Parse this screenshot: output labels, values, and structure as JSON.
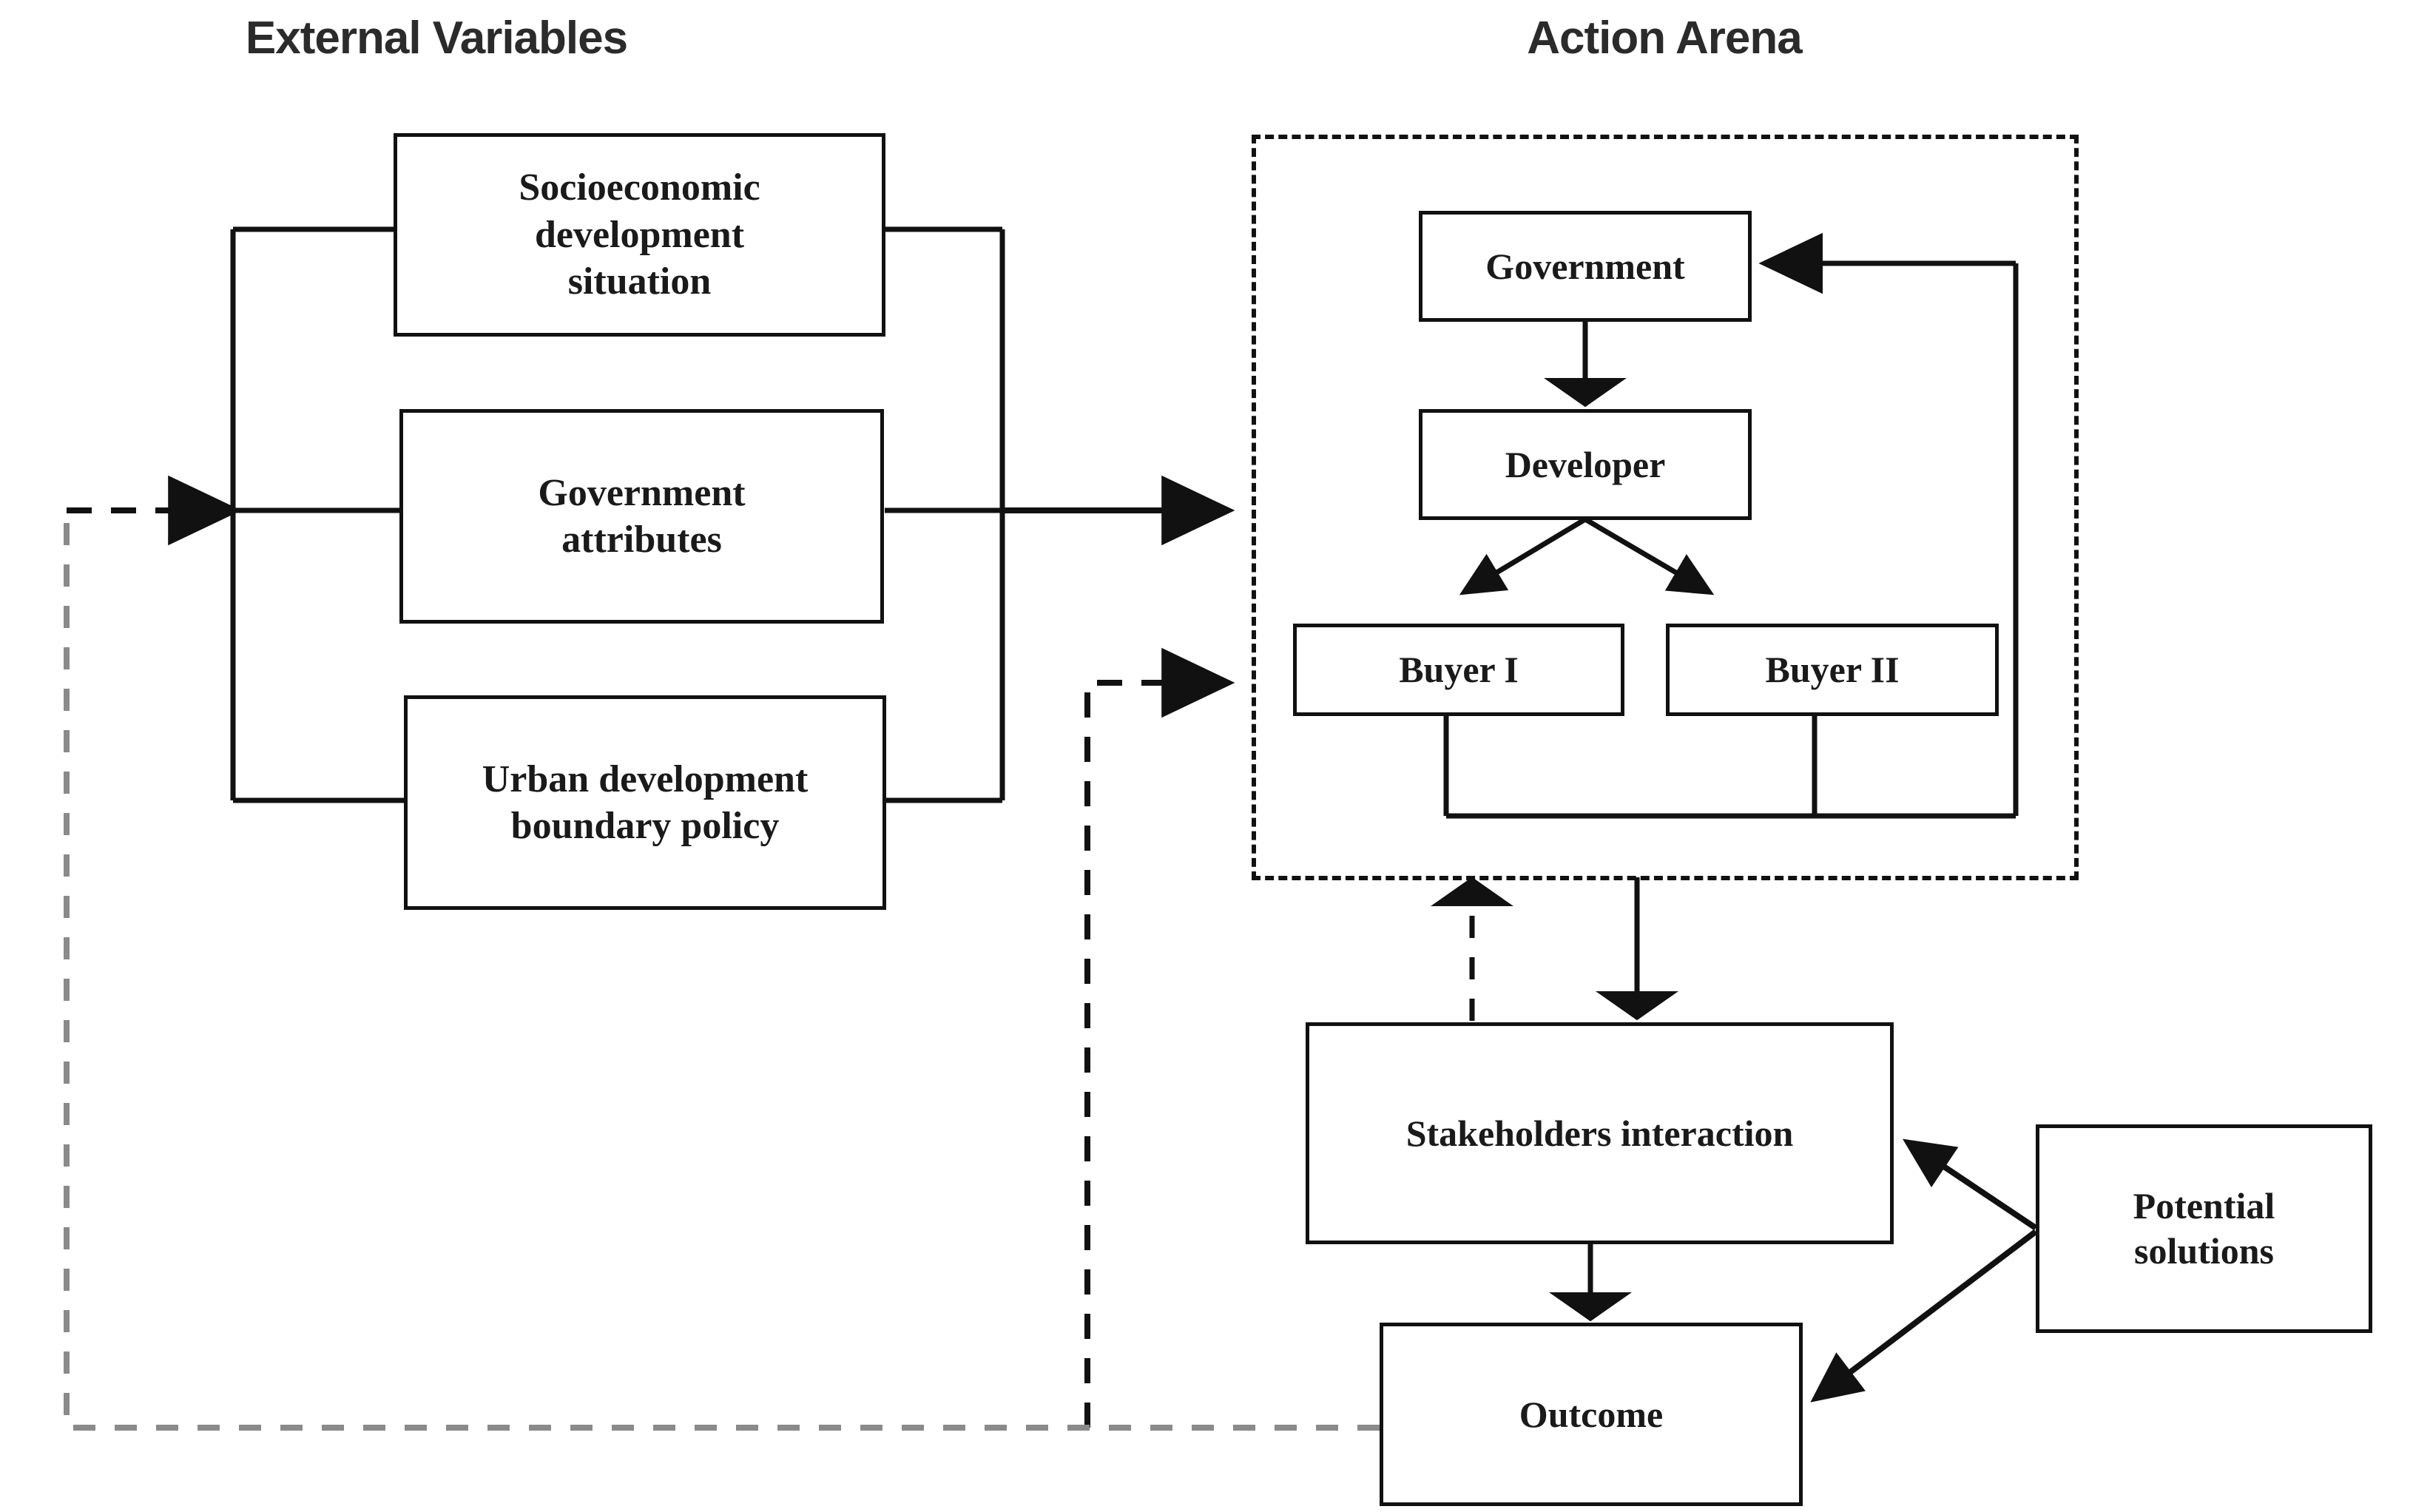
{
  "diagram": {
    "type": "institutional-analysis-framework",
    "titles": {
      "external_variables": "External Variables",
      "action_arena": "Action Arena"
    },
    "nodes": {
      "socioeconomic": "Socioeconomic\ndevelopment\nsituation",
      "government_attributes": "Government\nattributes",
      "urban_policy": "Urban development\nboundary policy",
      "government": "Government",
      "developer": "Developer",
      "buyer_one": "Buyer I",
      "buyer_two": "Buyer II",
      "stakeholders": "Stakeholders interaction",
      "outcome": "Outcome",
      "potential_solutions": "Potential\nsolutions"
    },
    "colors": {
      "stroke": "#111111",
      "feedback_stroke": "#8a8a8a",
      "title": "#2b2b2b",
      "background": "#ffffff"
    },
    "edges": [
      {
        "from": "external-variables-group",
        "to": "action-arena",
        "style": "solid",
        "arrow": "single"
      },
      {
        "from": "outcome",
        "to": "action-arena-buyers",
        "style": "dashed",
        "arrow": "single"
      },
      {
        "from": "outcome",
        "to": "external-variables-group",
        "style": "dashed",
        "arrow": "single"
      },
      {
        "from": "government",
        "to": "developer",
        "style": "solid",
        "arrow": "single"
      },
      {
        "from": "developer",
        "to": "buyer_one",
        "style": "solid",
        "arrow": "single"
      },
      {
        "from": "developer",
        "to": "buyer_two",
        "style": "solid",
        "arrow": "single"
      },
      {
        "from": "buyers",
        "to": "government",
        "style": "solid",
        "arrow": "single"
      },
      {
        "from": "action-arena",
        "to": "stakeholders",
        "style": "solid",
        "arrow": "single"
      },
      {
        "from": "stakeholders",
        "to": "action-arena",
        "style": "dashed",
        "arrow": "single"
      },
      {
        "from": "stakeholders",
        "to": "outcome",
        "style": "solid",
        "arrow": "single"
      },
      {
        "from": "potential_solutions",
        "to": "stakeholders",
        "style": "solid",
        "arrow": "single"
      },
      {
        "from": "potential_solutions",
        "to": "outcome",
        "style": "solid",
        "arrow": "single"
      }
    ]
  }
}
